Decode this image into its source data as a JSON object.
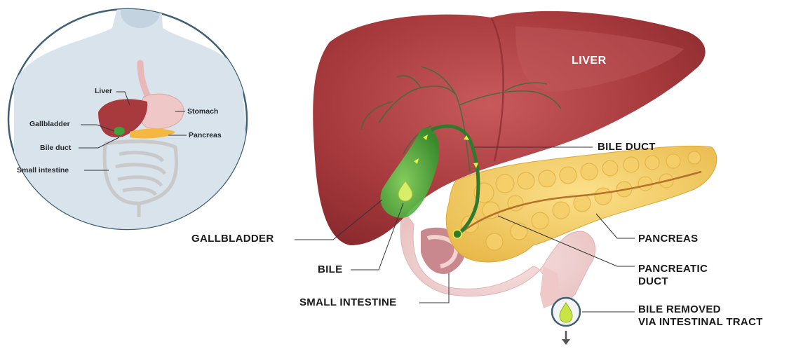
{
  "inset": {
    "labels": {
      "liver": "Liver",
      "stomach": "Stomach",
      "gallbladder": "Gallbladder",
      "pancreas": "Pancreas",
      "bile_duct": "Bile duct",
      "small_intestine": "Small intestine"
    }
  },
  "main": {
    "labels": {
      "liver": "LIVER",
      "bile_duct": "BILE DUCT",
      "gallbladder": "GALLBLADDER",
      "pancreas": "PANCREAS",
      "bile": "BILE",
      "pancreatic_duct_line1": "PANCREATIC",
      "pancreatic_duct_line2": "DUCT",
      "small_intestine": "SMALL INTESTINE",
      "bile_removed_line1": "BILE REMOVED",
      "bile_removed_line2": "VIA INTESTINAL TRACT"
    }
  },
  "colors": {
    "liver": "#a83a3d",
    "liver_highlight": "#c9585a",
    "gallbladder": "#3fa63a",
    "pancreas": "#f0c85a",
    "intestine": "#f2d3d3",
    "inset_ring": "#3f5f72",
    "body_silhouette": "#d8e3ec"
  }
}
